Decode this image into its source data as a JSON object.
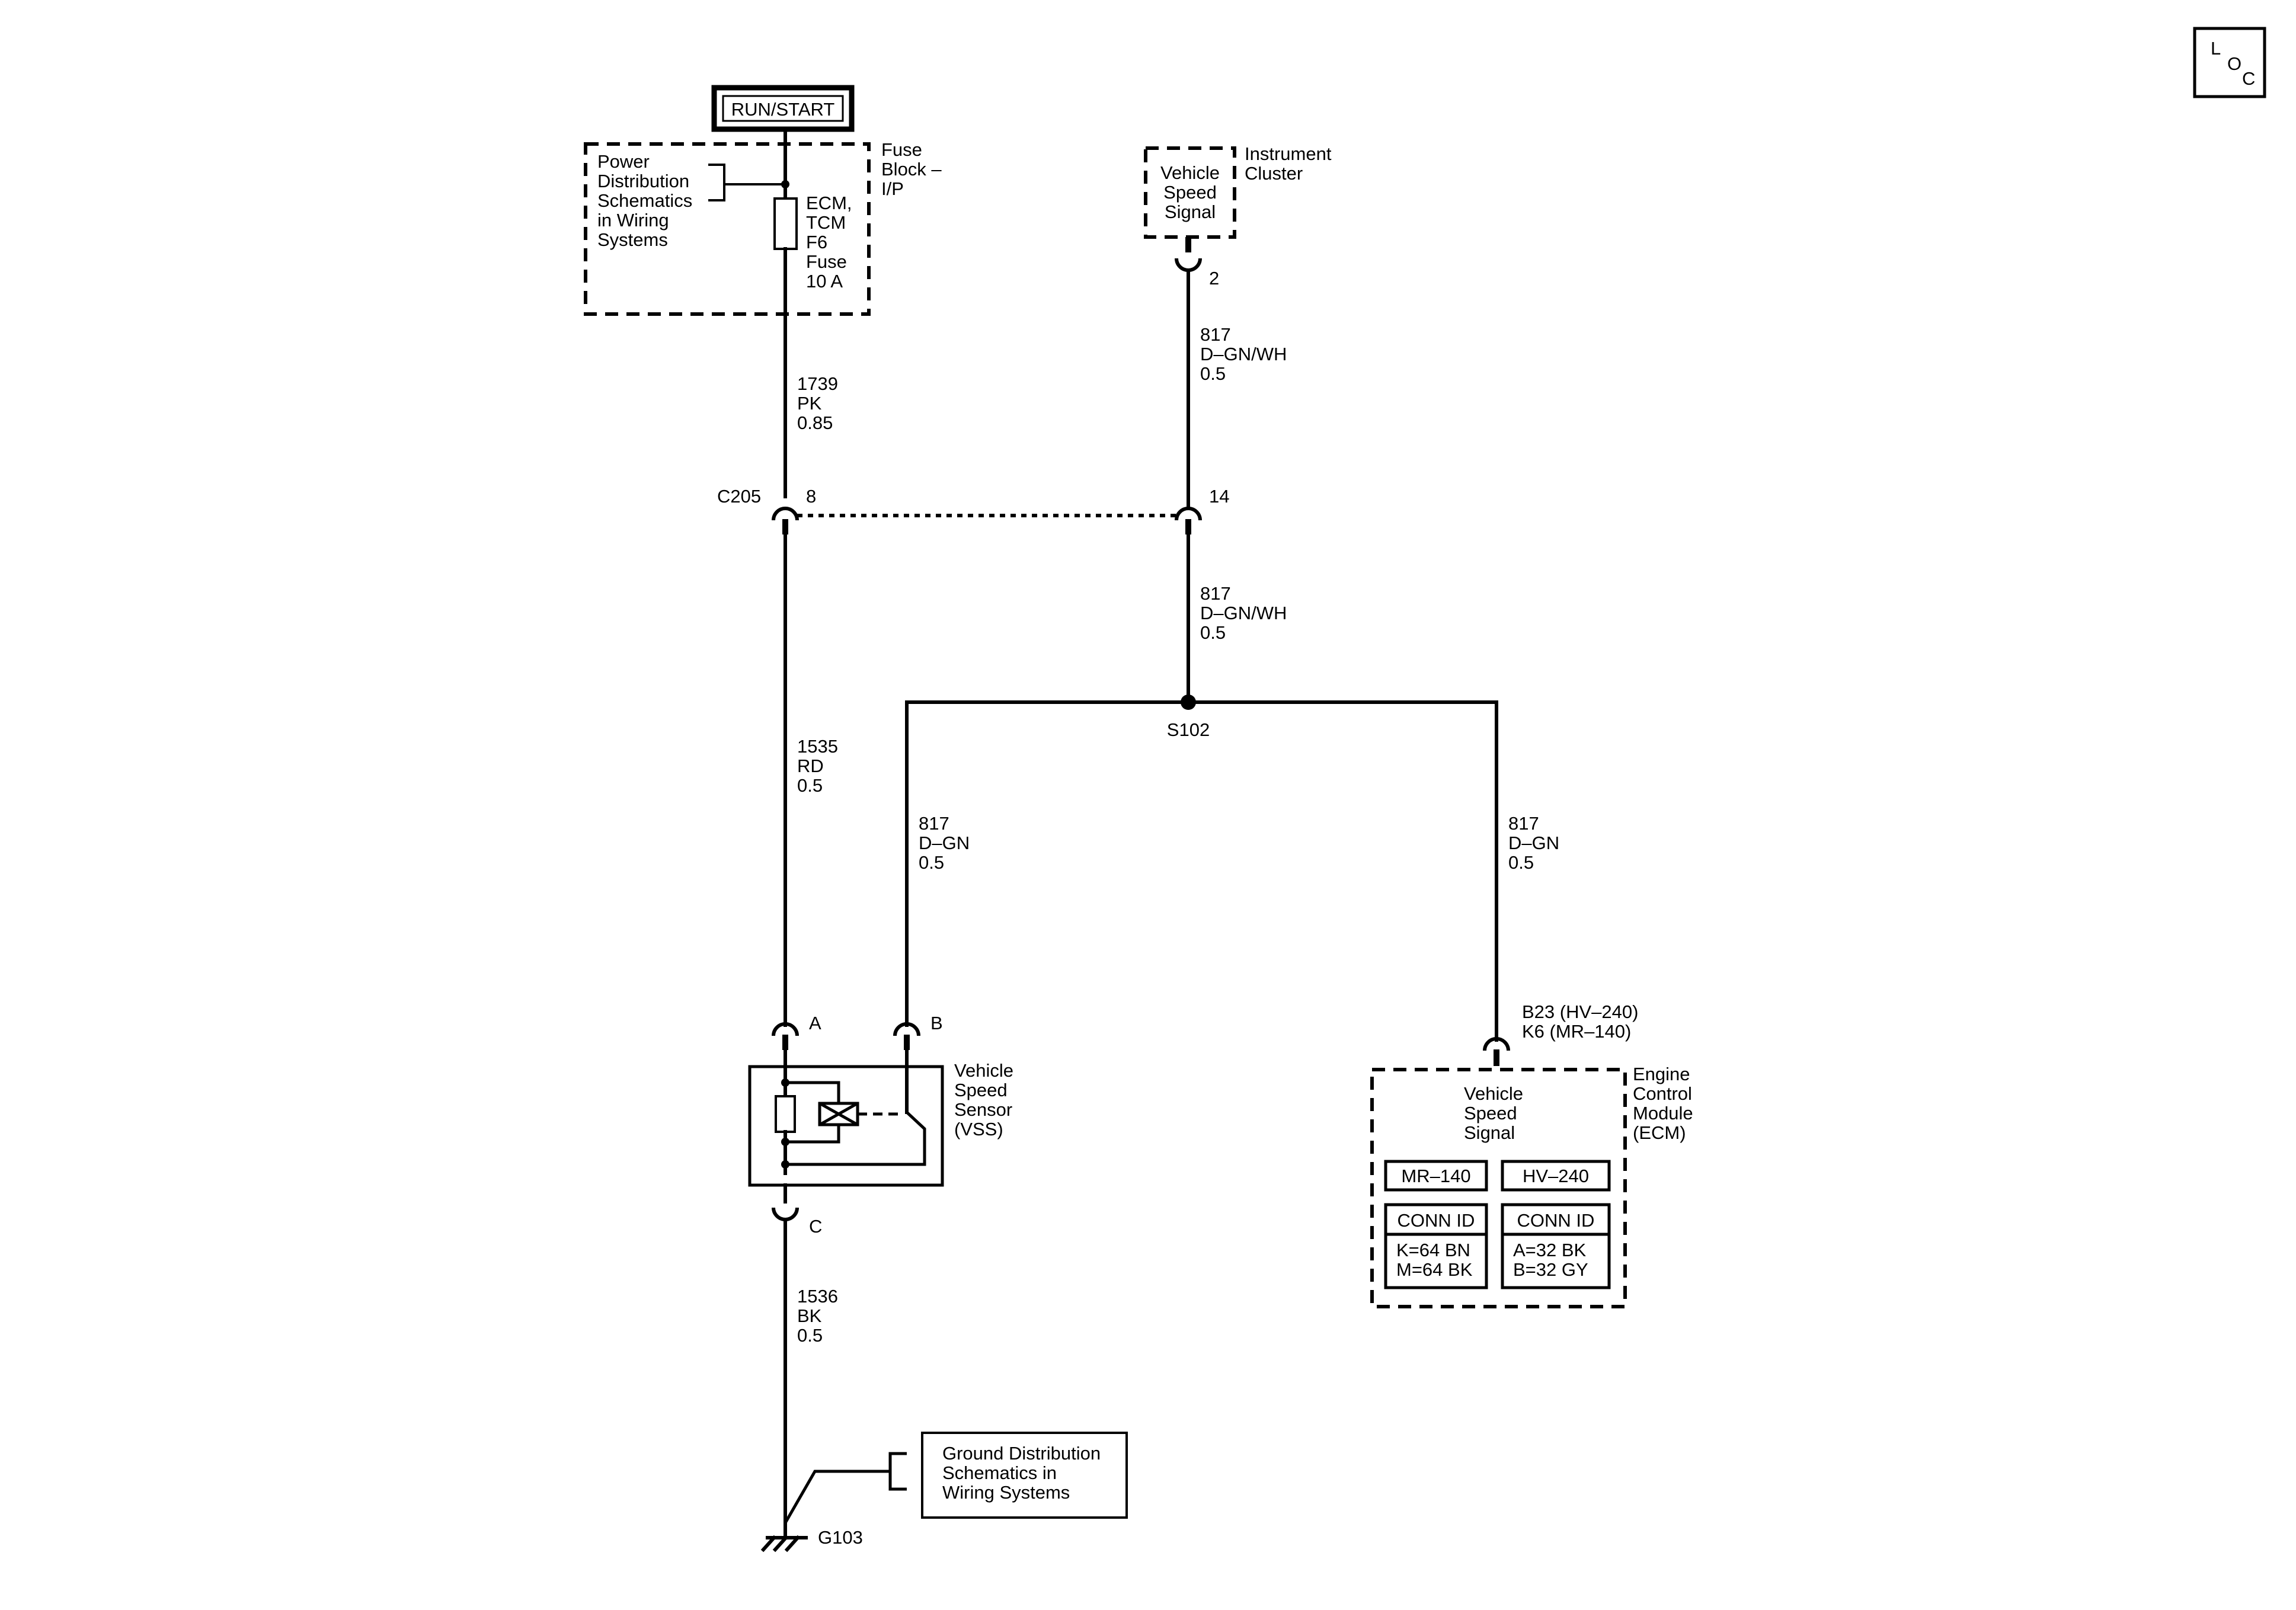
{
  "loc_symbol": {
    "l": "L",
    "o": "O",
    "c": "C"
  },
  "run_start": "RUN/START",
  "power_dist": [
    "Power",
    "Distribution",
    "Schematics",
    "in Wiring",
    "Systems"
  ],
  "fuse_block": [
    "Fuse",
    "Block –",
    "I/P"
  ],
  "fuse": [
    "ECM,",
    "TCM",
    "F6",
    "Fuse",
    "10 A"
  ],
  "wire_1739": [
    "1739",
    "PK",
    "0.85"
  ],
  "connector_c205": "C205",
  "pin_8": "8",
  "pin_14": "14",
  "cluster_signal": [
    "Vehicle",
    "Speed",
    "Signal"
  ],
  "instrument_cluster": [
    "Instrument",
    "Cluster"
  ],
  "pin_2": "2",
  "wire_817_top": [
    "817",
    "D–GN/WH",
    "0.5"
  ],
  "wire_817_mid": [
    "817",
    "D–GN/WH",
    "0.5"
  ],
  "splice": "S102",
  "wire_1535": [
    "1535",
    "RD",
    "0.5"
  ],
  "wire_817_vss": [
    "817",
    "D–GN",
    "0.5"
  ],
  "wire_817_ecm": [
    "817",
    "D–GN",
    "0.5"
  ],
  "pin_a": "A",
  "pin_b": "B",
  "pin_c": "C",
  "vss_label": [
    "Vehicle",
    "Speed",
    "Sensor",
    "(VSS)"
  ],
  "ecm_pins": [
    "B23 (HV–240)",
    "K6 (MR–140)"
  ],
  "ecm_label": [
    "Engine",
    "Control",
    "Module",
    "(ECM)"
  ],
  "ecm_signal": [
    "Vehicle",
    "Speed",
    "Signal"
  ],
  "ecm_variant_mr": "MR–140",
  "ecm_variant_hv": "HV–240",
  "conn_id_label": "CONN ID",
  "conn_mr": [
    "K=64 BN",
    "M=64 BK"
  ],
  "conn_hv": [
    "A=32 BK",
    "B=32 GY"
  ],
  "wire_1536": [
    "1536",
    "BK",
    "0.5"
  ],
  "ground_dist": [
    "Ground Distribution",
    "Schematics in",
    "Wiring Systems"
  ],
  "ground": "G103"
}
